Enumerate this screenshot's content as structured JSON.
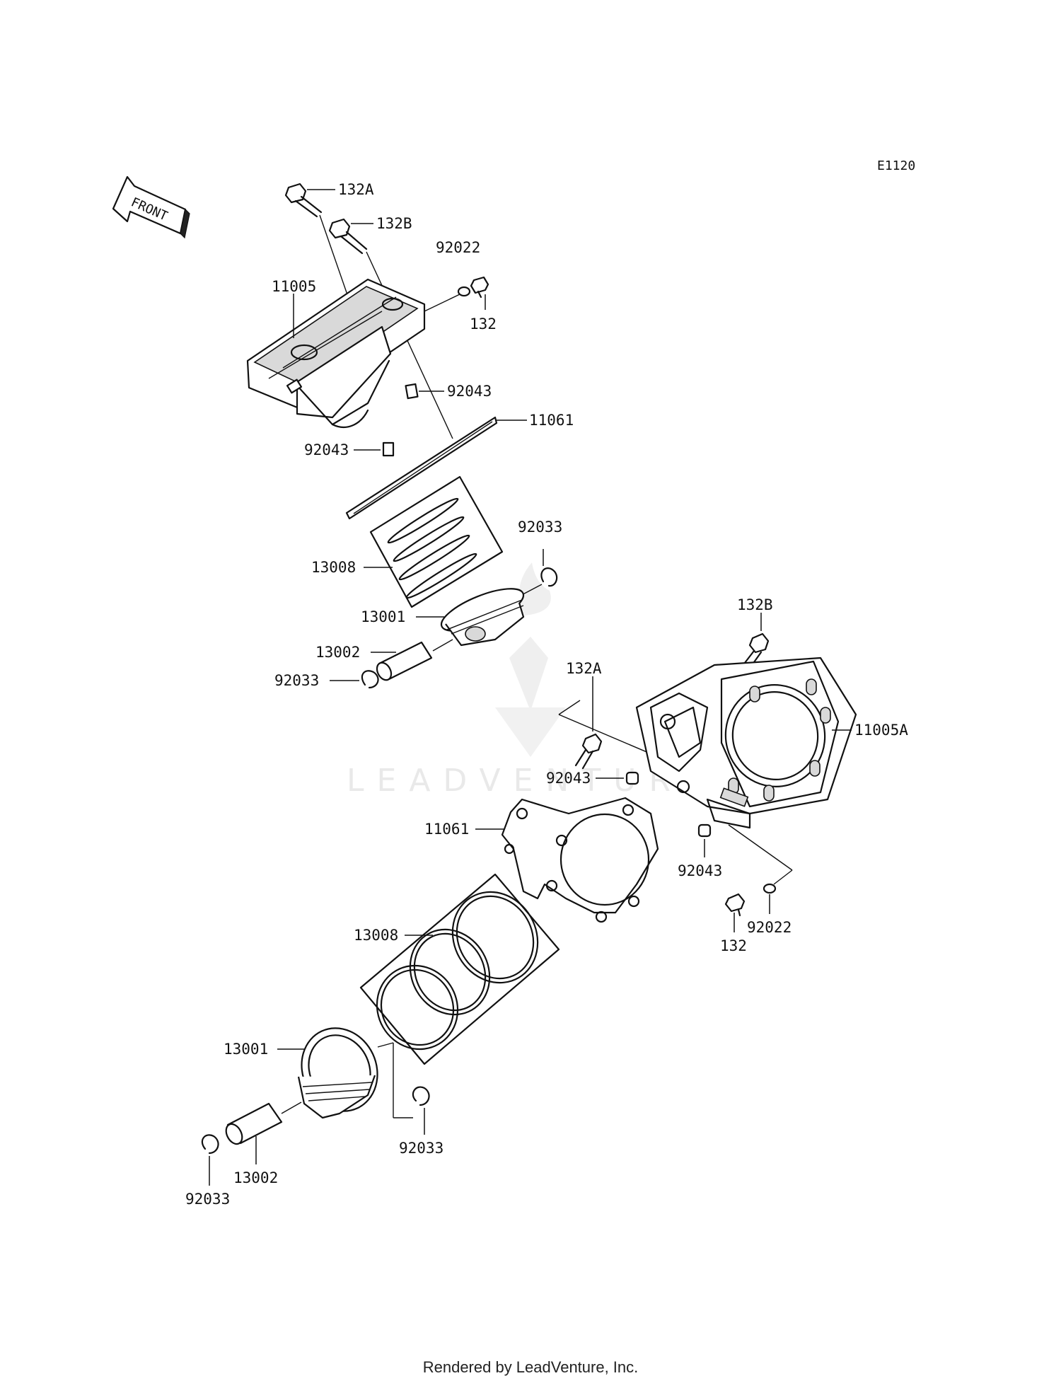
{
  "diagram_code": "E1120",
  "front_arrow_label": "FRONT",
  "watermark": "LEADVENTURE",
  "footer": "Rendered by LeadVenture, Inc.",
  "labels": {
    "rear_cylinder_bolt_a": "132A",
    "rear_cylinder_bolt_b": "132B",
    "rear_washer": "92022",
    "rear_bolt": "132",
    "rear_cylinder": "11005",
    "rear_dowel_upper": "92043",
    "rear_gasket": "11061",
    "rear_dowel_lower": "92043",
    "rear_ring_set": "13008",
    "rear_circlip_right": "92033",
    "rear_piston": "13001",
    "rear_pin": "13002",
    "rear_circlip_left": "92033",
    "front_bolt_b": "132B",
    "front_bolt_a": "132A",
    "front_cylinder": "11005A",
    "front_dowel_left": "92043",
    "front_gasket": "11061",
    "front_dowel_right": "92043",
    "front_washer": "92022",
    "front_bolt": "132",
    "front_ring_set": "13008",
    "front_piston": "13001",
    "front_circlip_right": "92033",
    "front_pin": "13002",
    "front_circlip_left": "92033"
  }
}
